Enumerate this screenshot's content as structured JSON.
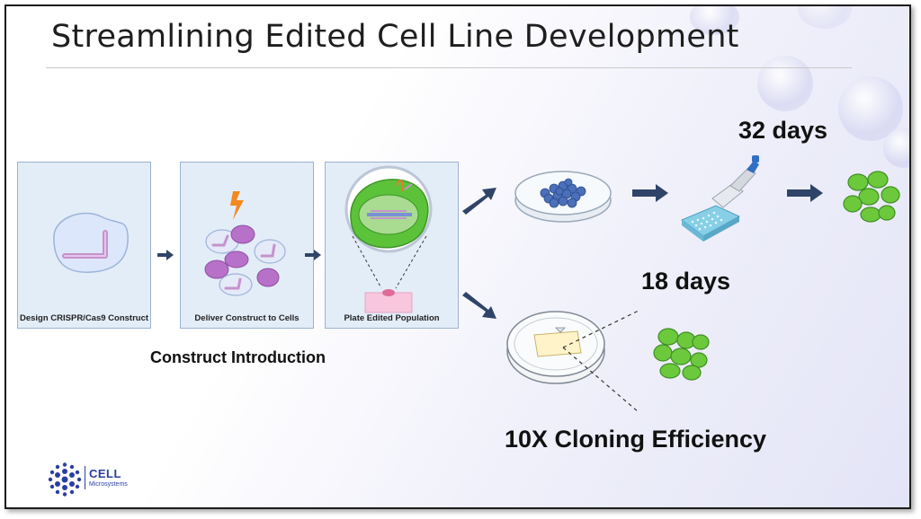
{
  "slide": {
    "title": "Streamlining Edited Cell Line Development"
  },
  "panels": [
    {
      "label": "Design CRISPR/Cas9 Construct"
    },
    {
      "label": "Deliver Construct to Cells"
    },
    {
      "label": "Plate Edited Population"
    }
  ],
  "labels": {
    "construct_introduction": "Construct Introduction",
    "days_top": "32 days",
    "days_bottom": "18 days",
    "efficiency": "10X Cloning Efficiency"
  },
  "logo": {
    "name": "CELL",
    "subtitle": "Microsystems"
  },
  "colors": {
    "cell_green": "#6cc93c",
    "cell_purple": "#b87ac9",
    "arrow_navy": "#2f4468",
    "logo_blue": "#2a3fa0",
    "panel_fill": "#e3edf8"
  },
  "icons": [
    "lightning-icon",
    "petri-dish-icon",
    "pipette-icon",
    "well-plate-icon",
    "cell-cluster-icon"
  ]
}
